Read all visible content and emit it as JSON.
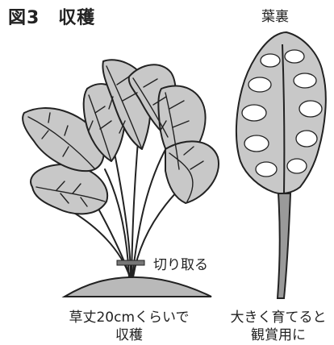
{
  "figure": {
    "title": "図3　収穫",
    "leaf_back_label": "葉裏",
    "cut_label": "切り取る",
    "caption_left": [
      "草丈20cmくらいで",
      "収穫"
    ],
    "caption_right": [
      "大きく育てると",
      "観賞用に"
    ]
  },
  "colors": {
    "outline": "#222222",
    "leaf_fill": "#c8c8c8",
    "leaf_highlight": "#ffffff",
    "stem_fill": "#9a9a9a",
    "soil_fill": "#b9b9b9",
    "cut_marker": "#777777"
  }
}
